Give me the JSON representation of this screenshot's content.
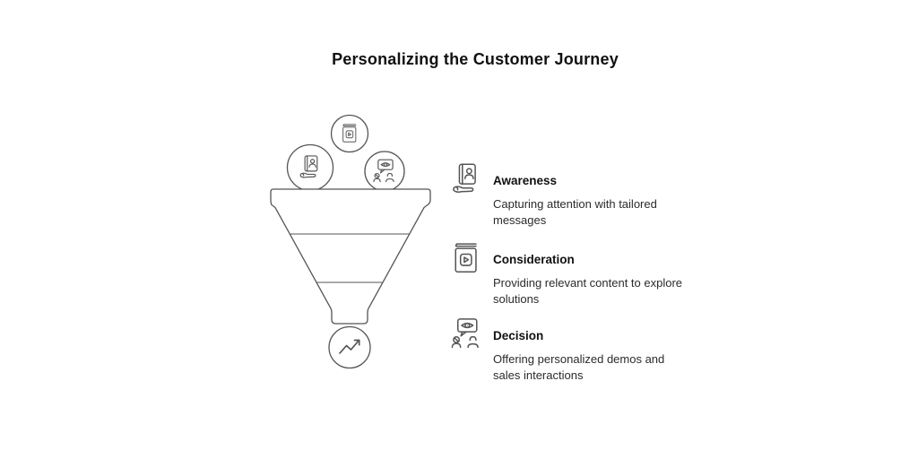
{
  "title": "Personalizing the Customer Journey",
  "colors": {
    "line_stroke": "#555555",
    "heading_text": "#111111",
    "body_text": "#2b2b2b",
    "background": "#ffffff"
  },
  "funnel": {
    "type": "funnel-diagram",
    "section_count": 3,
    "input_icons": [
      "contact-card-hand-icon",
      "book-play-icon",
      "demo-people-icon"
    ],
    "output_icon": "trend-up-arrow-icon"
  },
  "stages": [
    {
      "title": "Awareness",
      "description": "Capturing attention with tailored messages",
      "icon": "contact-card-hand-icon"
    },
    {
      "title": "Consideration",
      "description": "Providing relevant content to explore solutions",
      "icon": "book-play-icon"
    },
    {
      "title": "Decision",
      "description": "Offering personalized demos and sales interactions",
      "icon": "demo-people-icon"
    }
  ]
}
